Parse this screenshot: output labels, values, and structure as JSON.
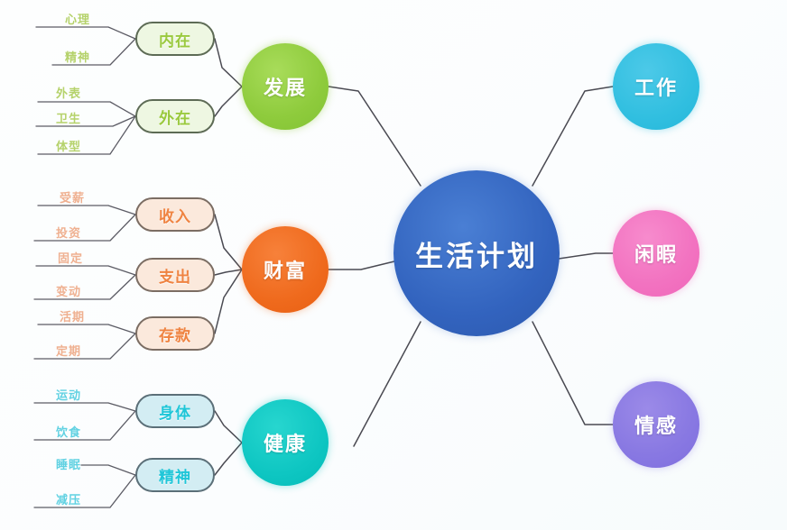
{
  "diagram": {
    "title": "生活计划",
    "type": "mind-map",
    "background_color": "#fcfdfe"
  },
  "center": {
    "label": "生活计划",
    "color": "#3263be"
  },
  "branches": {
    "development": {
      "label": "发展",
      "color": "#8ecb3c",
      "side": "left",
      "nodes": [
        {
          "label": "内在",
          "leaves": [
            "心理",
            "精神"
          ]
        },
        {
          "label": "外在",
          "leaves": [
            "外表",
            "卫生",
            "体型"
          ]
        }
      ]
    },
    "wealth": {
      "label": "财富",
      "color": "#ef6a1d",
      "side": "left",
      "nodes": [
        {
          "label": "收入",
          "leaves": [
            "受薪",
            "投资"
          ]
        },
        {
          "label": "支出",
          "leaves": [
            "固定",
            "变动"
          ]
        },
        {
          "label": "存款",
          "leaves": [
            "活期",
            "定期"
          ]
        }
      ]
    },
    "health": {
      "label": "健康",
      "color": "#0ec6c2",
      "side": "left",
      "nodes": [
        {
          "label": "身体",
          "leaves": [
            "运动",
            "饮食"
          ]
        },
        {
          "label": "精神",
          "leaves": [
            "睡眠",
            "减压"
          ]
        }
      ]
    },
    "work": {
      "label": "工作",
      "color": "#31bfe0",
      "side": "right",
      "nodes": []
    },
    "leisure": {
      "label": "闲暇",
      "color": "#f272c0",
      "side": "right",
      "nodes": []
    },
    "emotion": {
      "label": "情感",
      "color": "#8878e2",
      "side": "right",
      "nodes": []
    }
  },
  "leaves": {
    "dev_inner_1": "心理",
    "dev_inner_2": "精神",
    "dev_outer_1": "外表",
    "dev_outer_2": "卫生",
    "dev_outer_3": "体型",
    "wealth_income_1": "受薪",
    "wealth_income_2": "投资",
    "wealth_expense_1": "固定",
    "wealth_expense_2": "变动",
    "wealth_savings_1": "活期",
    "wealth_savings_2": "定期",
    "health_body_1": "运动",
    "health_body_2": "饮食",
    "health_spirit_1": "睡眠",
    "health_spirit_2": "减压"
  }
}
